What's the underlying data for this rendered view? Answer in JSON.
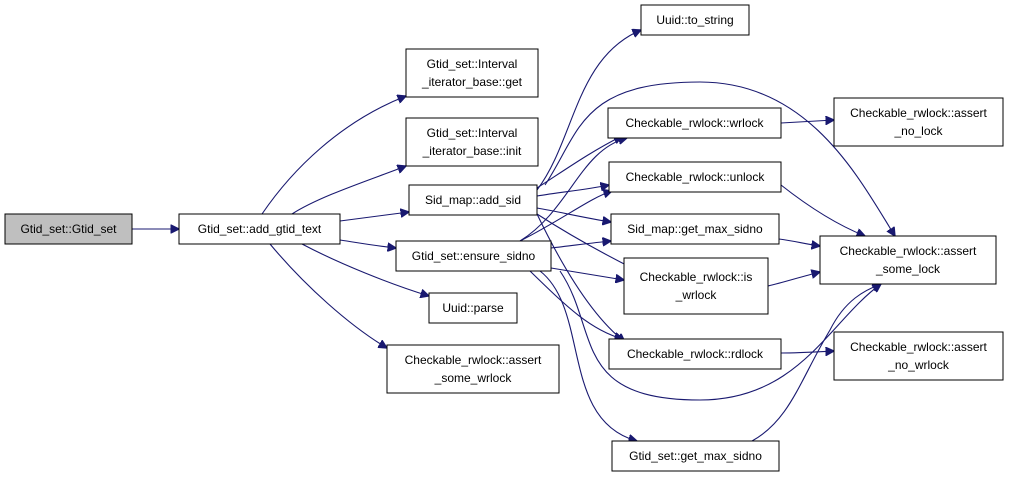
{
  "colors": {
    "edge": "#191970",
    "node_fill": "#ffffff",
    "root_fill": "#bfbfbf",
    "border": "#000000"
  },
  "root_node": "gtid_set_ctor",
  "nodes": [
    {
      "id": "gtid_set_ctor",
      "lines": [
        "Gtid_set::Gtid_set"
      ]
    },
    {
      "id": "add_gtid_text",
      "lines": [
        "Gtid_set::add_gtid_text"
      ]
    },
    {
      "id": "iter_get",
      "lines": [
        "Gtid_set::Interval",
        "_iterator_base::get"
      ]
    },
    {
      "id": "iter_init",
      "lines": [
        "Gtid_set::Interval",
        "_iterator_base::init"
      ]
    },
    {
      "id": "sid_add",
      "lines": [
        "Sid_map::add_sid"
      ]
    },
    {
      "id": "ensure_sidno",
      "lines": [
        "Gtid_set::ensure_sidno"
      ]
    },
    {
      "id": "uuid_parse",
      "lines": [
        "Uuid::parse"
      ]
    },
    {
      "id": "assert_some_wrlock",
      "lines": [
        "Checkable_rwlock::assert",
        "_some_wrlock"
      ]
    },
    {
      "id": "uuid_to_string",
      "lines": [
        "Uuid::to_string"
      ]
    },
    {
      "id": "wrlock",
      "lines": [
        "Checkable_rwlock::wrlock"
      ]
    },
    {
      "id": "unlock",
      "lines": [
        "Checkable_rwlock::unlock"
      ]
    },
    {
      "id": "sidmap_max_sidno",
      "lines": [
        "Sid_map::get_max_sidno"
      ]
    },
    {
      "id": "is_wrlock",
      "lines": [
        "Checkable_rwlock::is",
        "_wrlock"
      ]
    },
    {
      "id": "rdlock",
      "lines": [
        "Checkable_rwlock::rdlock"
      ]
    },
    {
      "id": "gtidset_max_sidno",
      "lines": [
        "Gtid_set::get_max_sidno"
      ]
    },
    {
      "id": "assert_no_lock",
      "lines": [
        "Checkable_rwlock::assert",
        "_no_lock"
      ]
    },
    {
      "id": "assert_some_lock",
      "lines": [
        "Checkable_rwlock::assert",
        "_some_lock"
      ]
    },
    {
      "id": "assert_no_wrlock",
      "lines": [
        "Checkable_rwlock::assert",
        "_no_wrlock"
      ]
    }
  ],
  "edges": [
    [
      "gtid_set_ctor",
      "add_gtid_text"
    ],
    [
      "add_gtid_text",
      "iter_get"
    ],
    [
      "add_gtid_text",
      "iter_init"
    ],
    [
      "add_gtid_text",
      "sid_add"
    ],
    [
      "add_gtid_text",
      "ensure_sidno"
    ],
    [
      "add_gtid_text",
      "uuid_parse"
    ],
    [
      "add_gtid_text",
      "assert_some_wrlock"
    ],
    [
      "sid_add",
      "uuid_to_string"
    ],
    [
      "sid_add",
      "wrlock"
    ],
    [
      "sid_add",
      "unlock"
    ],
    [
      "sid_add",
      "sidmap_max_sidno"
    ],
    [
      "sid_add",
      "is_wrlock"
    ],
    [
      "sid_add",
      "rdlock"
    ],
    [
      "sid_add",
      "assert_some_lock"
    ],
    [
      "ensure_sidno",
      "wrlock"
    ],
    [
      "ensure_sidno",
      "unlock"
    ],
    [
      "ensure_sidno",
      "sidmap_max_sidno"
    ],
    [
      "ensure_sidno",
      "is_wrlock"
    ],
    [
      "ensure_sidno",
      "rdlock"
    ],
    [
      "ensure_sidno",
      "gtidset_max_sidno"
    ],
    [
      "ensure_sidno",
      "assert_some_lock"
    ],
    [
      "wrlock",
      "assert_no_lock"
    ],
    [
      "unlock",
      "assert_some_lock"
    ],
    [
      "sidmap_max_sidno",
      "assert_some_lock"
    ],
    [
      "is_wrlock",
      "assert_some_lock"
    ],
    [
      "rdlock",
      "assert_no_wrlock"
    ],
    [
      "gtidset_max_sidno",
      "assert_some_lock"
    ]
  ]
}
